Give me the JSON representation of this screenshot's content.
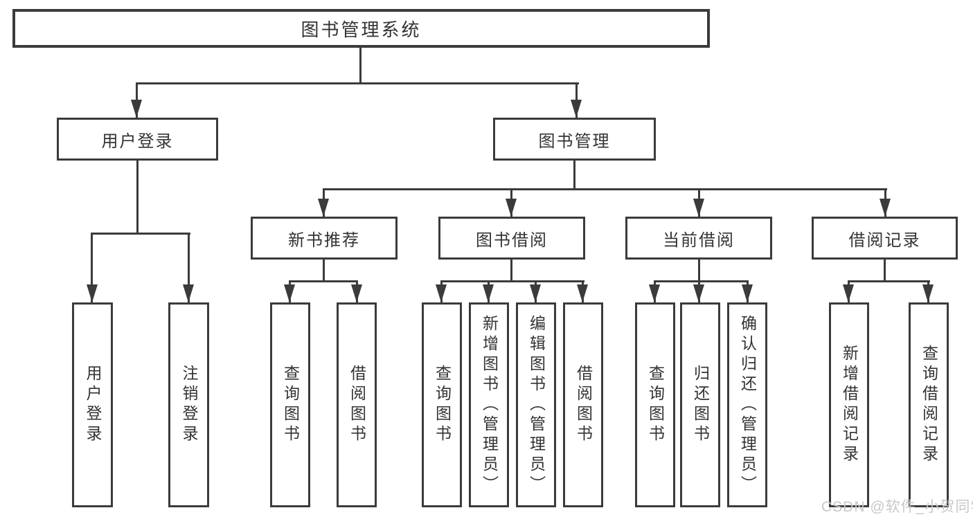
{
  "diagram": {
    "tree": {
      "label": "图书管理系统",
      "children": [
        {
          "label": "用户登录",
          "children": [
            {
              "label": "用户登录"
            },
            {
              "label": "注销登录"
            }
          ]
        },
        {
          "label": "图书管理",
          "children": [
            {
              "label": "新书推荐",
              "children": [
                {
                  "label": "查询图书"
                },
                {
                  "label": "借阅图书"
                }
              ]
            },
            {
              "label": "图书借阅",
              "children": [
                {
                  "label": "查询图书"
                },
                {
                  "label": "新增图书（管理员）"
                },
                {
                  "label": "编辑图书（管理员）"
                },
                {
                  "label": "借阅图书"
                }
              ]
            },
            {
              "label": "当前借阅",
              "children": [
                {
                  "label": "查询图书"
                },
                {
                  "label": "归还图书"
                },
                {
                  "label": "确认归还（管理员）"
                }
              ]
            },
            {
              "label": "借阅记录",
              "children": [
                {
                  "label": "新增借阅记录"
                },
                {
                  "label": "查询借阅记录"
                }
              ]
            }
          ]
        }
      ]
    },
    "watermark": "CSDN @软件_小贺同学",
    "colors": {
      "line": "#3b3b3b",
      "text": "#333333",
      "background": "#ffffff",
      "watermark": "#c8c8c8"
    }
  }
}
